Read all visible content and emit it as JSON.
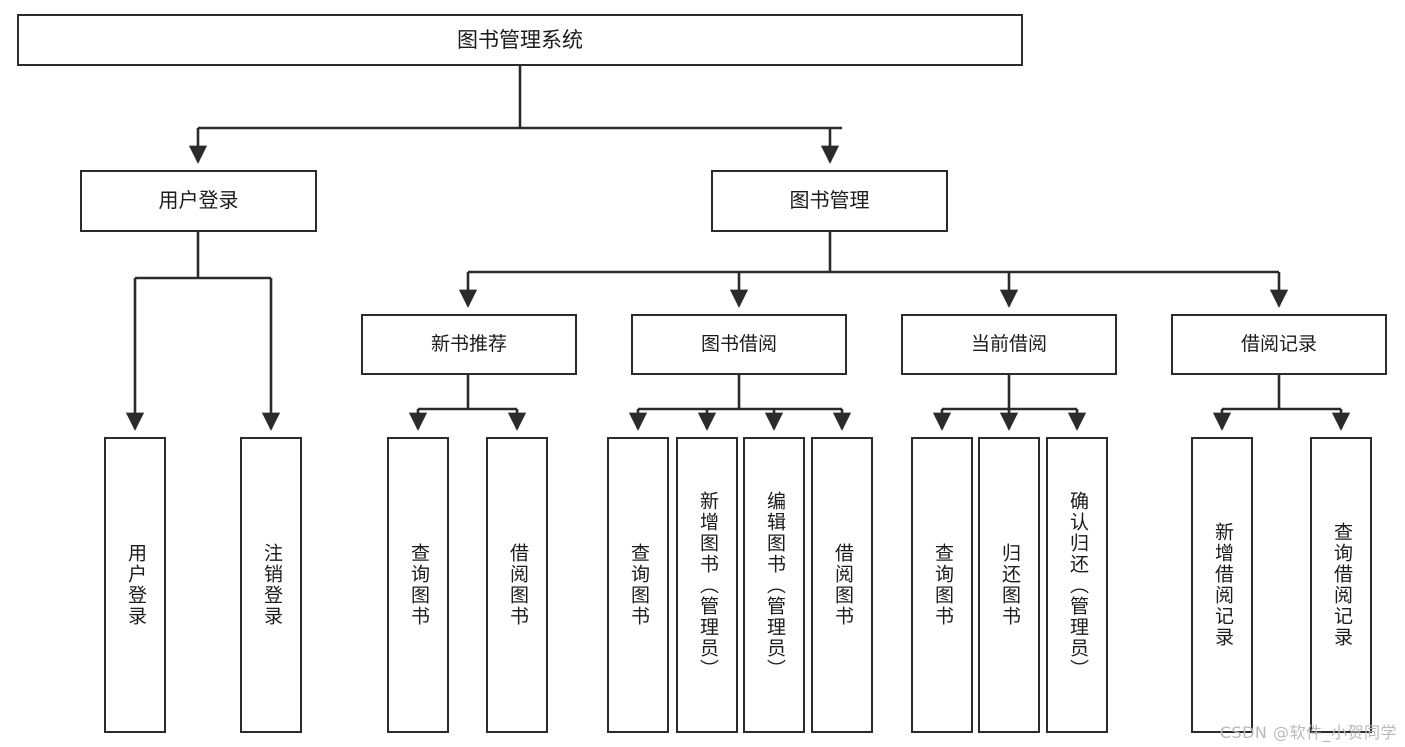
{
  "diagram": {
    "title": "图书管理系统",
    "type": "tree",
    "watermark": "CSDN @软件_小贺同学",
    "colors": {
      "stroke": "#2b2b2b",
      "fill": "#ffffff",
      "text": "#1b1b1b",
      "watermark": "#b9b9b9"
    },
    "levels": {
      "root": {
        "label": "图书管理系统"
      },
      "level2": [
        {
          "id": "user-login",
          "label": "用户登录"
        },
        {
          "id": "book-manage",
          "label": "图书管理"
        }
      ],
      "level3": [
        {
          "id": "new-book-rec",
          "label": "新书推荐",
          "parent": "book-manage"
        },
        {
          "id": "book-borrow",
          "label": "图书借阅",
          "parent": "book-manage"
        },
        {
          "id": "current-borrow",
          "label": "当前借阅",
          "parent": "book-manage"
        },
        {
          "id": "borrow-record",
          "label": "借阅记录",
          "parent": "book-manage"
        }
      ],
      "leaves": [
        {
          "id": "leaf-user-login",
          "label": "用户登录",
          "parent": "user-login"
        },
        {
          "id": "leaf-user-logout",
          "label": "注销登录",
          "parent": "user-login"
        },
        {
          "id": "leaf-query-book-1",
          "label": "查询图书",
          "parent": "new-book-rec"
        },
        {
          "id": "leaf-borrow-book-1",
          "label": "借阅图书",
          "parent": "new-book-rec"
        },
        {
          "id": "leaf-query-book-2",
          "label": "查询图书",
          "parent": "book-borrow"
        },
        {
          "id": "leaf-add-book",
          "label": "新增图书（管理员）",
          "parent": "book-borrow"
        },
        {
          "id": "leaf-edit-book",
          "label": "编辑图书（管理员）",
          "parent": "book-borrow"
        },
        {
          "id": "leaf-borrow-book-2",
          "label": "借阅图书",
          "parent": "book-borrow"
        },
        {
          "id": "leaf-query-book-3",
          "label": "查询图书",
          "parent": "current-borrow"
        },
        {
          "id": "leaf-return-book",
          "label": "归还图书",
          "parent": "current-borrow"
        },
        {
          "id": "leaf-confirm-return",
          "label": "确认归还（管理员）",
          "parent": "current-borrow"
        },
        {
          "id": "leaf-add-record",
          "label": "新增借阅记录",
          "parent": "borrow-record"
        },
        {
          "id": "leaf-query-record",
          "label": "查询借阅记录",
          "parent": "borrow-record"
        }
      ]
    }
  }
}
